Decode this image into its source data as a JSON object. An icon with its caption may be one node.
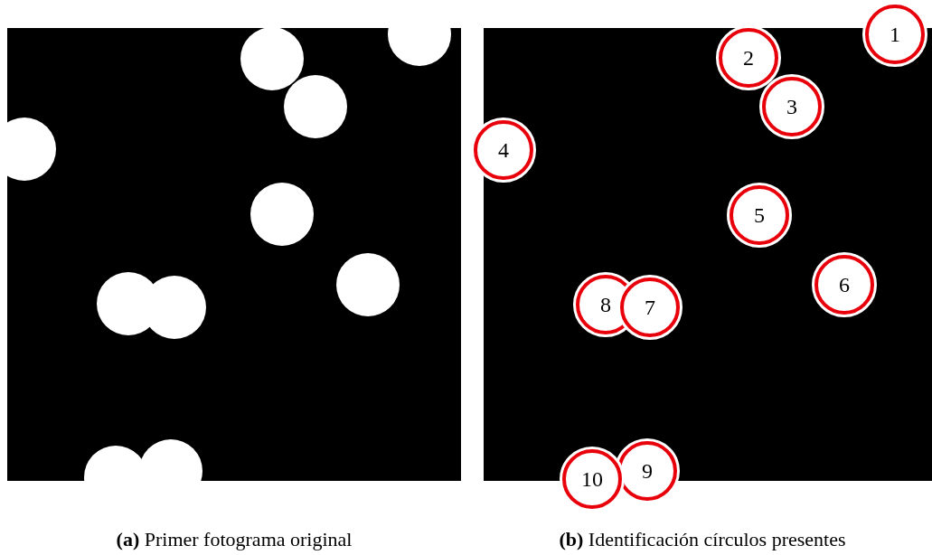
{
  "diagram": {
    "nodes": [
      {
        "text": [
          "1"
        ]
      },
      {
        "text": [
          "2"
        ]
      },
      {
        "text": [
          "3"
        ]
      },
      {
        "text": [
          "4"
        ]
      },
      {
        "text": [
          "5"
        ]
      },
      {
        "text": [
          "6"
        ]
      },
      {
        "text": [
          "7"
        ]
      },
      {
        "text": [
          "8"
        ]
      },
      {
        "text": [
          "9"
        ]
      },
      {
        "text": [
          "10"
        ]
      }
    ],
    "labels": [
      "**(a)** Primer fotograma original",
      "**(b)** Identificación círculos presentes"
    ]
  }
}
